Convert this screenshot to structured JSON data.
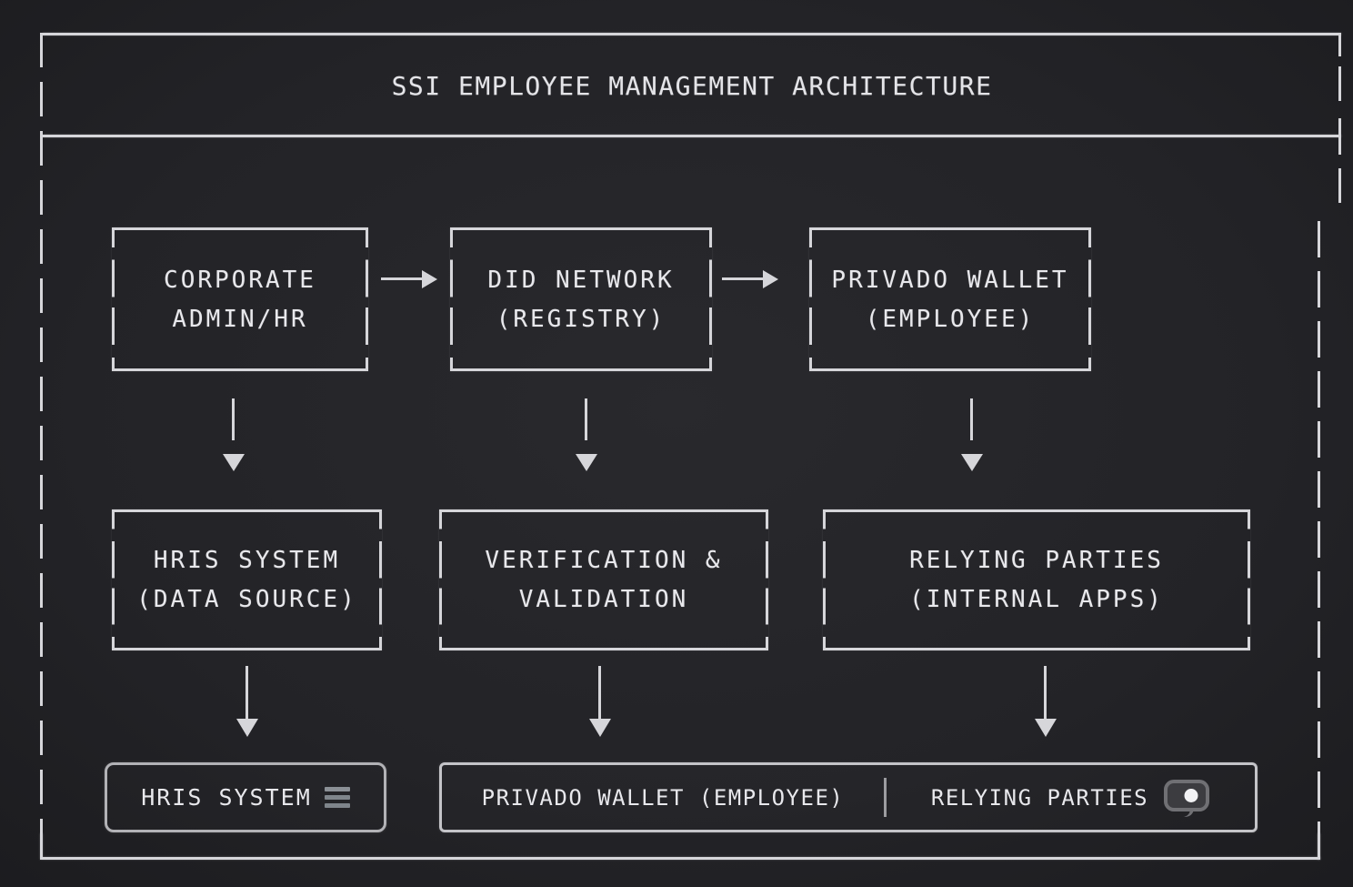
{
  "title": "SSI EMPLOYEE MANAGEMENT ARCHITECTURE",
  "boxes": {
    "corporate": {
      "line1": "CORPORATE",
      "line2": "ADMIN/HR"
    },
    "did_network": {
      "line1": "DID NETWORK",
      "line2": "(REGISTRY)"
    },
    "privado_wallet": {
      "line1": "PRIVADO WALLET",
      "line2": "(EMPLOYEE)"
    },
    "hris": {
      "line1": "HRIS SYSTEM",
      "line2": "(DATA SOURCE)"
    },
    "verification": {
      "line1": "VERIFICATION &",
      "line2": "VALIDATION"
    },
    "relying_parties": {
      "line1": "RELYING PARTIES",
      "line2": "(INTERNAL APPS)"
    }
  },
  "footer": {
    "hris_button_label": "HRIS SYSTEM",
    "wallet_label": "PRIVADO WALLET (EMPLOYEE)",
    "relying_label": "RELYING PARTIES"
  },
  "icons": {
    "hamburger": "hamburger-icon",
    "toggle": "toggle-icon"
  },
  "colors": {
    "background": "#232327",
    "line": "#d6d6da",
    "text": "#e8e8ec",
    "icon_gray": "#7f858b"
  }
}
